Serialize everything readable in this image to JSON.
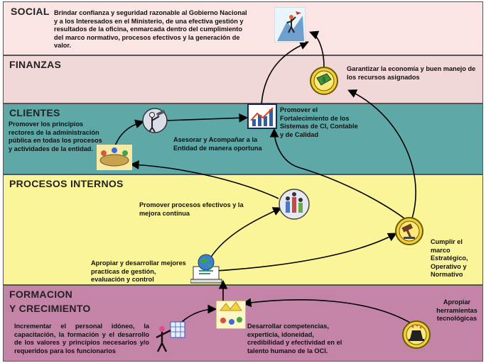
{
  "bands": {
    "social": {
      "title": "SOCIAL",
      "text": "Brindar confianza y seguridad razonable al Gobierno Nacional y a los Interesados en el Ministerio, de una efectiva gestión y resultados de la oficina, enmarcada dentro del cumplimiento del marco normativo, procesos efectivos y la generación de valor."
    },
    "finanzas": {
      "title": "FINANZAS",
      "text": "Garantizar la economía y buen manejo de los recursos asignados"
    },
    "clientes": {
      "title": "CLIENTES",
      "text_left": "Promover los principios rectores de la administración pública en todas los procesos y actividades de la entidad.",
      "text_center": "Asesorar y Acompañar a la Entidad de manera oportuna",
      "text_right": "Promover el Fortalecimiento de los Sistemas de CI, Contable y de Calidad"
    },
    "procesos": {
      "title": "PROCESOS INTERNOS",
      "text_top": "Promover procesos efectivos y la mejora continua",
      "text_left": "Apropiar y desarrollar mejores practicas de gestión, evaluación y control",
      "text_right": "Cumplir el marco Estratégico, Operativo y Normativo"
    },
    "formacion": {
      "title_line1": "FORMACION",
      "title_line2": "Y CRECIMIENTO",
      "text_left": "Incrementar el personal idóneo, la capacitación, la formación y el desarrollo de los valores y principios necesarios y/o requeridos para los funcionarios",
      "text_center": "Desarrollar competencias, experticia, idoneidad, credibilidad y efectividad en el talento humano de la OCI.",
      "text_right": "Apropiar herramientas tecnológicas"
    }
  },
  "colors": {
    "social": "#fbe4e4",
    "finanzas": "#f1d7d7",
    "clientes": "#5fa8a8",
    "procesos": "#fbf59a",
    "formacion": "#c484a8"
  },
  "icons": [
    "success-figure-icon",
    "money-coin-icon",
    "observer-telescope-icon",
    "growth-chart-icon",
    "meeting-table-icon",
    "team-work-icon",
    "gavel-coin-icon",
    "globe-computer-icon",
    "speaker-figure-icon",
    "bulletin-board-icon",
    "lightbulb-hat-icon"
  ]
}
